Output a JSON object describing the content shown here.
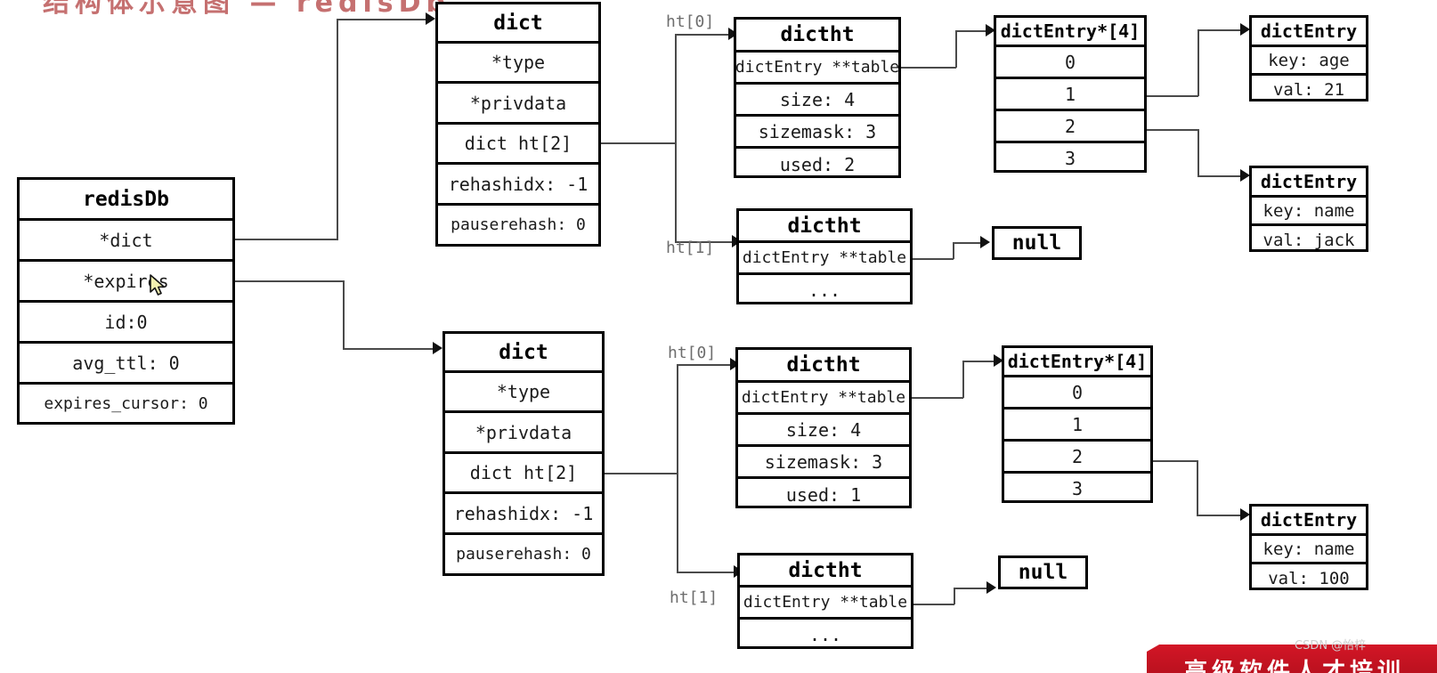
{
  "title_top": "结构体示意图 — redisDb",
  "watermark": {
    "banner_text": "高级软件人才培训",
    "csdn": "CSDN @怡梓"
  },
  "colors": {
    "box_border": "#000000",
    "box_fill": "#ffffff",
    "connector": "#4a4a4a",
    "label_text": "#6d6d6d",
    "banner_red": "#d31626"
  },
  "redisdb": {
    "title": "redisDb",
    "fields": [
      "*dict",
      "*expires",
      "id:0",
      "avg_ttl: 0",
      "expires_cursor: 0"
    ]
  },
  "dict_top": {
    "title": "dict",
    "fields": [
      "*type",
      "*privdata",
      "dict ht[2]",
      "rehashidx: -1",
      "pauserehash: 0"
    ]
  },
  "dict_bottom": {
    "title": "dict",
    "fields": [
      "*type",
      "*privdata",
      "dict ht[2]",
      "rehashidx: -1",
      "pauserehash: 0"
    ]
  },
  "dictht_top_ht0": {
    "title": "dictht",
    "fields": [
      "dictEntry **table",
      "size: 4",
      "sizemask: 3",
      "used: 2"
    ]
  },
  "dictht_top_ht1": {
    "title": "dictht",
    "fields": [
      "dictEntry **table",
      "..."
    ]
  },
  "dictht_bottom_ht0": {
    "title": "dictht",
    "fields": [
      "dictEntry **table",
      "size: 4",
      "sizemask: 3",
      "used: 1"
    ]
  },
  "dictht_bottom_ht1": {
    "title": "dictht",
    "fields": [
      "dictEntry **table",
      "..."
    ]
  },
  "array_top": {
    "title": "dictEntry*[4]",
    "slots": [
      "0",
      "1",
      "2",
      "3"
    ]
  },
  "array_bottom": {
    "title": "dictEntry*[4]",
    "slots": [
      "0",
      "1",
      "2",
      "3"
    ]
  },
  "entry_age": {
    "title": "dictEntry",
    "key": "key: age",
    "val": "val: 21"
  },
  "entry_name_jack": {
    "title": "dictEntry",
    "key": "key: name",
    "val": "val: jack"
  },
  "entry_name_100": {
    "title": "dictEntry",
    "key": "key: name",
    "val": "val: 100"
  },
  "null_top": "null",
  "null_bottom": "null",
  "labels": {
    "ht0_top": "ht[0]",
    "ht1_top": "ht[1]",
    "ht0_bottom": "ht[0]",
    "ht1_bottom": "ht[1]"
  }
}
